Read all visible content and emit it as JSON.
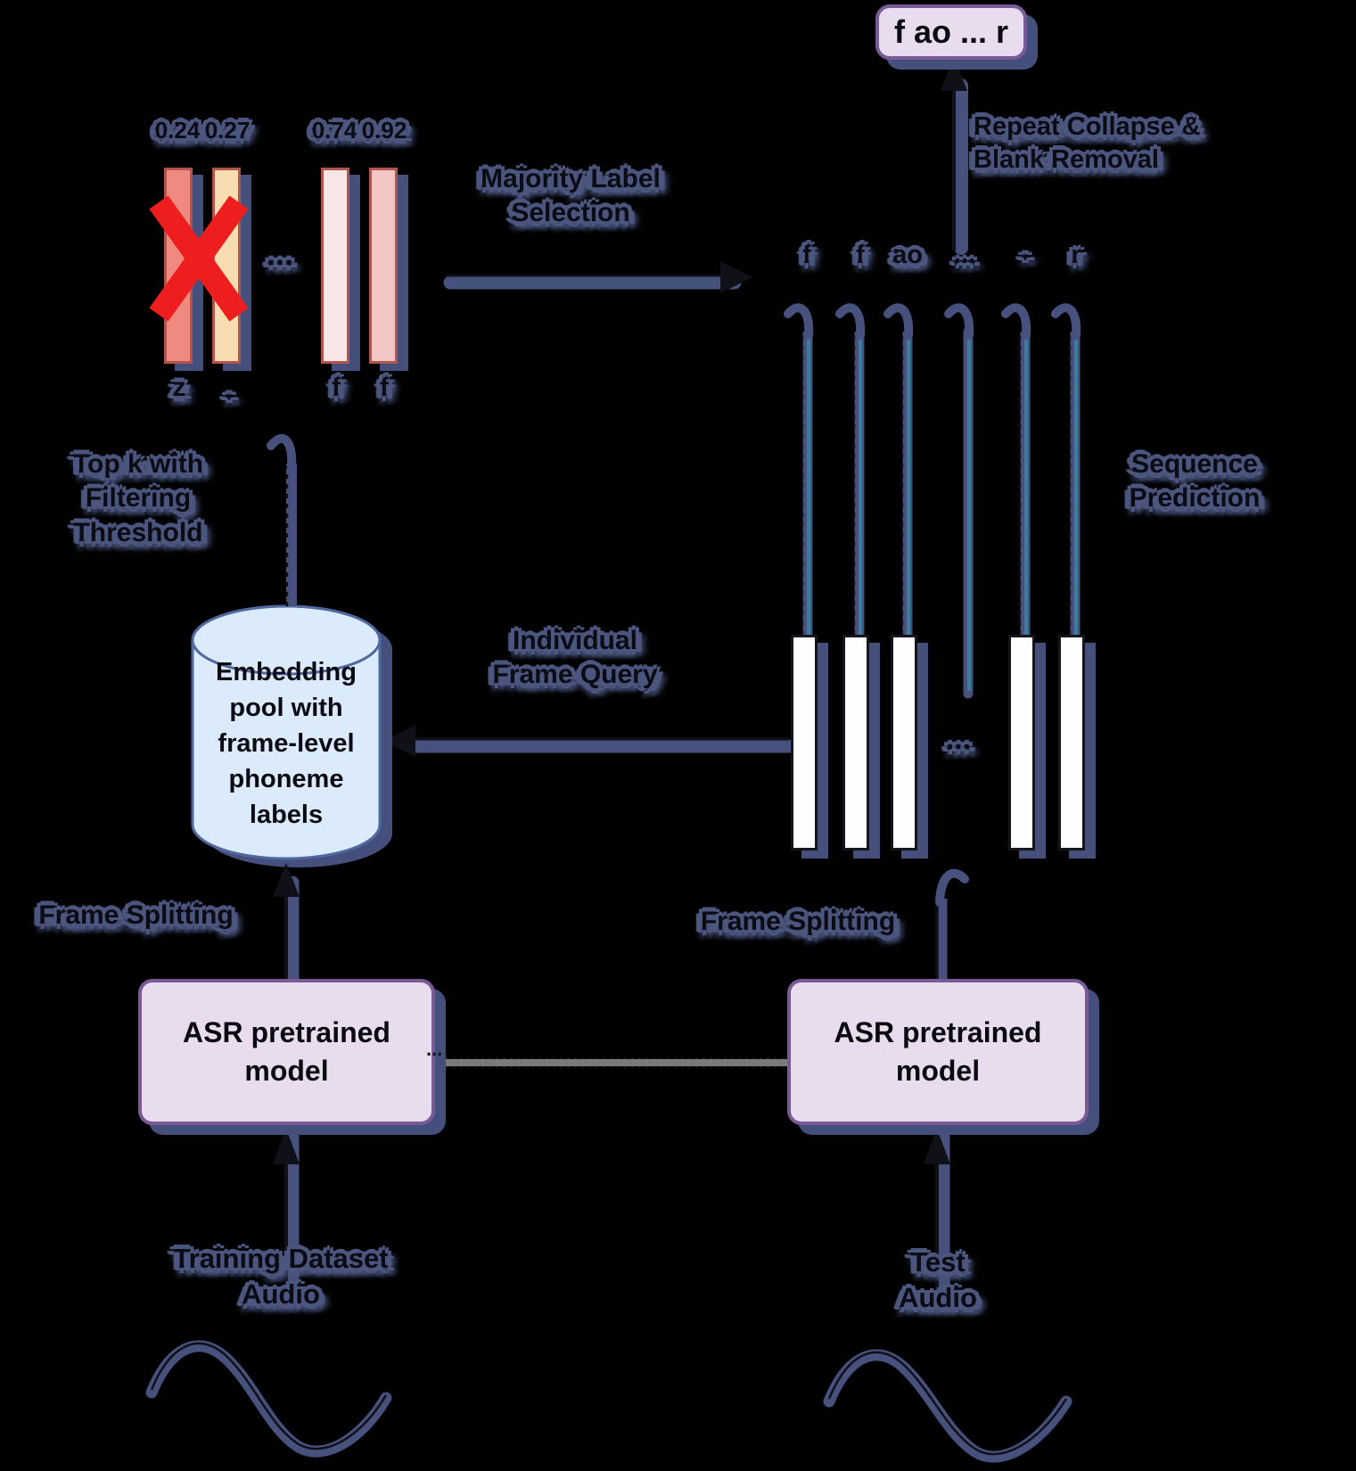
{
  "title": "ASR kNN phoneme retrieval diagram",
  "colors": {
    "background": "#000000",
    "halo_shadow": "#4b567f",
    "arrow": "#46517e",
    "arrow_core": "#101018",
    "teal_core": "#3b7d9d",
    "box_fill": "#e8dcee",
    "box_border": "#7a5a96",
    "cylinder_fill": "#dcebfb",
    "cylinder_border": "#4f68a0",
    "reject_x": "#ee1e1e",
    "bar_border": "#b2544e",
    "bar_colors": [
      "#f0897f",
      "#f8ddb0",
      "#f8e6e6",
      "#f3c6c6"
    ],
    "frame_fill": "#ffffff",
    "shared_link": "#7a7a7a"
  },
  "output_box": {
    "label": "f ao ... r"
  },
  "labels": {
    "repeat_collapse": {
      "line1": "Repeat Collapse &",
      "line2": "Blank Removal"
    },
    "majority": {
      "line1": "Majority Label",
      "line2": "Selection"
    },
    "sequence_prediction": {
      "line1": "Sequence",
      "line2": "Prediction"
    },
    "individual_frame_query": {
      "line1": "Individual",
      "line2": "Frame Query"
    },
    "top_k": {
      "line1": "Top k with",
      "line2": "Filtering",
      "line3": "Threshold"
    },
    "frame_splitting_left": "Frame Splitting",
    "frame_splitting_right": "Frame Splitting",
    "training_audio": {
      "line1": "Training Dataset",
      "line2": "Audio"
    },
    "test_audio": {
      "line1": "Test",
      "line2": "Audio"
    }
  },
  "retrieval": {
    "items": [
      {
        "score": "0.24",
        "phoneme": "z",
        "rejected": true
      },
      {
        "score": "0.27",
        "phoneme": "-",
        "rejected": true
      },
      {
        "score": "0.74",
        "phoneme": "f",
        "rejected": false
      },
      {
        "score": "0.92",
        "phoneme": "f",
        "rejected": false
      }
    ],
    "ellipsis": "..."
  },
  "sequence": {
    "phonemes": [
      "f",
      "f",
      "ao",
      "...",
      "-",
      "r"
    ]
  },
  "frames": {
    "ellipsis": "..."
  },
  "shared_connector": {
    "ellipsis": "..."
  },
  "embedding_pool": {
    "line1": "Embedding",
    "line2": "pool with",
    "line3": "frame-level",
    "line4": "phoneme",
    "line5": "labels"
  },
  "asr_left": {
    "line1": "ASR pretrained",
    "line2": "model"
  },
  "asr_right": {
    "line1": "ASR pretrained",
    "line2": "model"
  }
}
